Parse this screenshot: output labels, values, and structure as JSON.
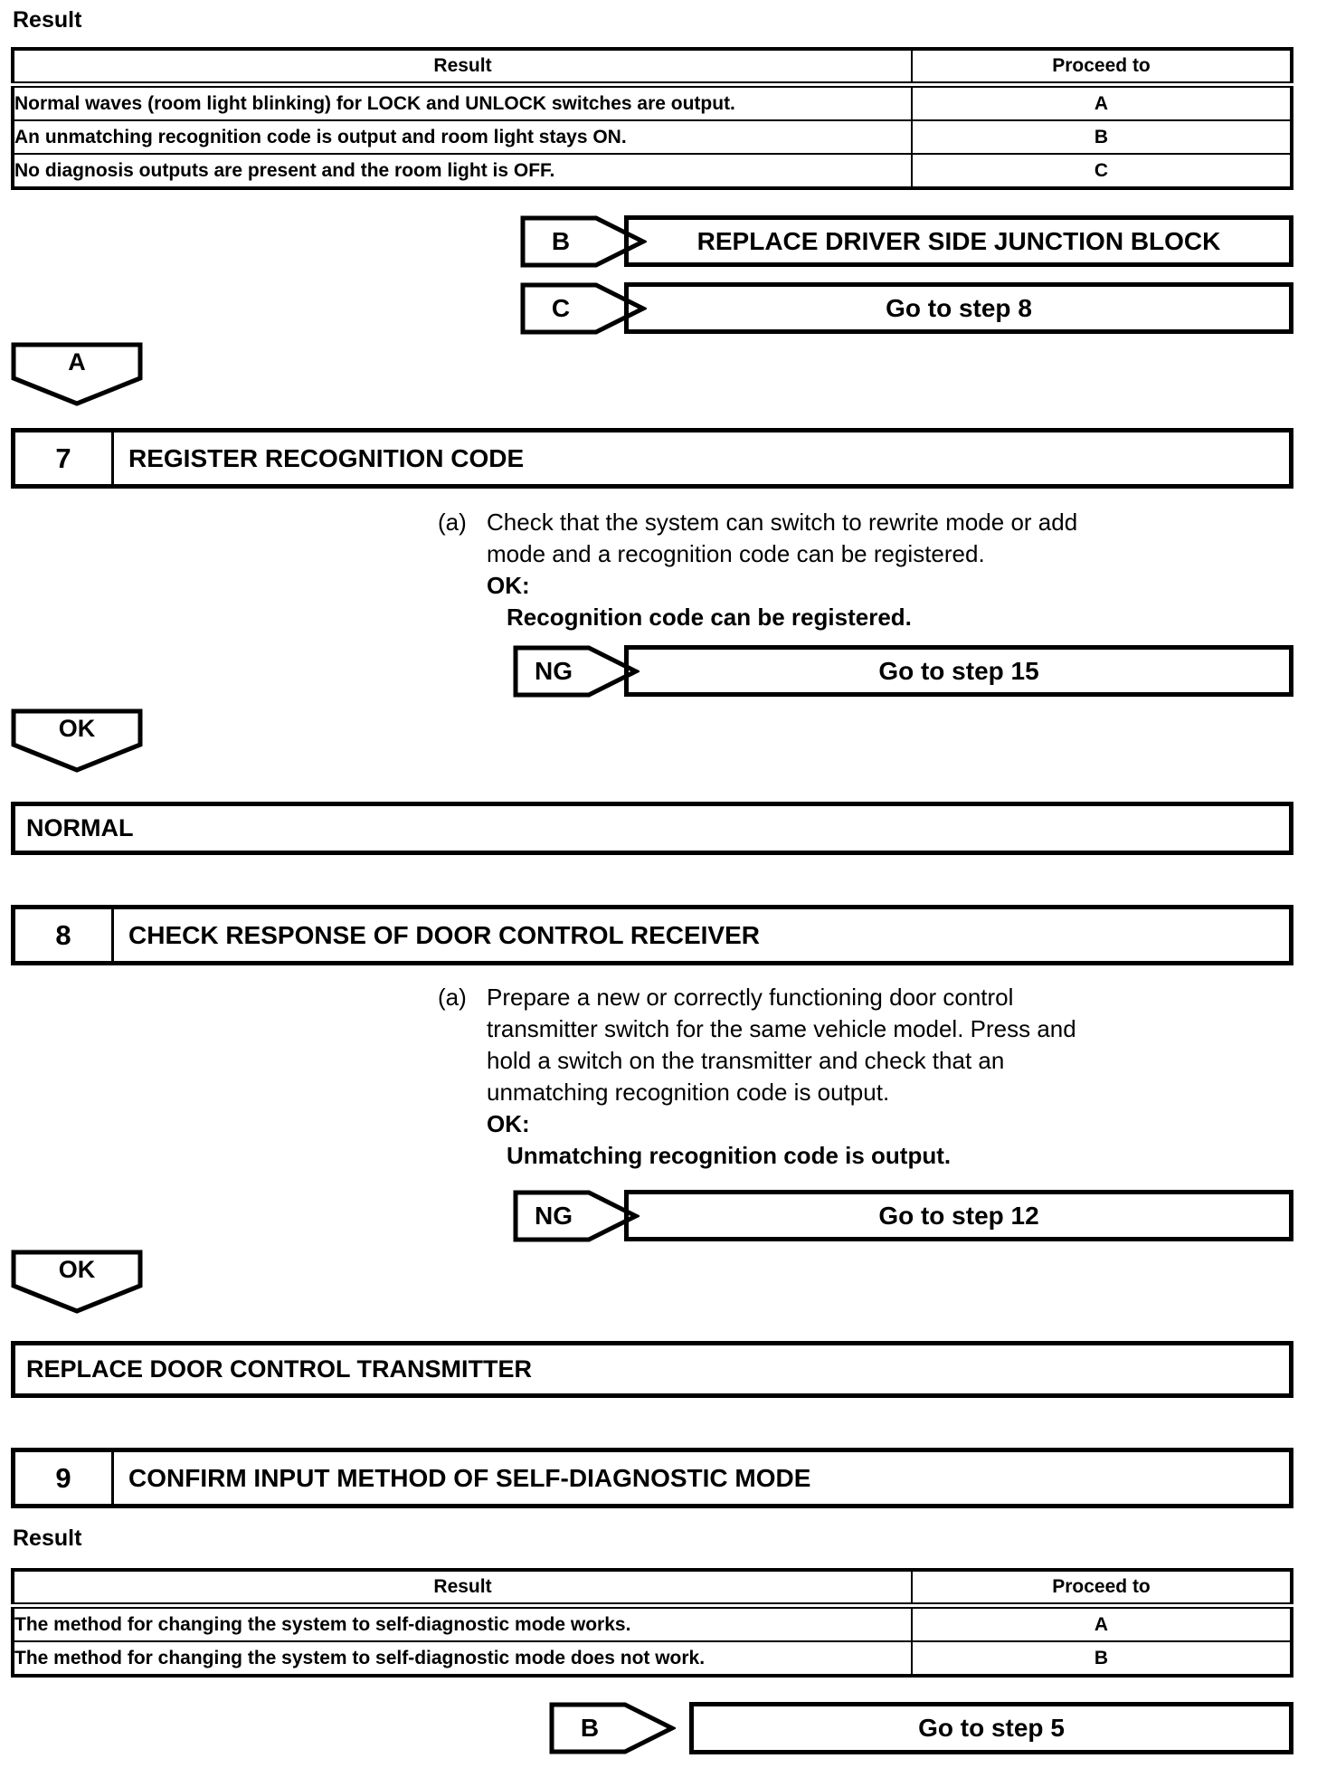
{
  "colors": {
    "ink": "#000000",
    "paper": "#ffffff"
  },
  "page": {
    "title_result_top": "Result",
    "title_result_bottom": "Result"
  },
  "table_top": {
    "col_result": "Result",
    "col_proceed": "Proceed to",
    "rows": [
      {
        "result": "Normal waves (room light blinking) for LOCK and UNLOCK switches are output.",
        "proceed": "A"
      },
      {
        "result": "An unmatching recognition code is output and room light stays ON.",
        "proceed": "B"
      },
      {
        "result": "No diagnosis outputs are present and the room light is OFF.",
        "proceed": "C"
      }
    ]
  },
  "flow_top": {
    "b": {
      "tag": "B",
      "action": "REPLACE DRIVER SIDE JUNCTION BLOCK"
    },
    "c": {
      "tag": "C",
      "action": "Go to step 8"
    }
  },
  "connector_a": {
    "tag": "A"
  },
  "step7": {
    "number": "7",
    "title": "REGISTER RECOGNITION CODE",
    "marker": "(a)",
    "lines": [
      "Check that the system can switch to rewrite mode or add",
      "mode and a recognition code can be registered.",
      "OK:",
      "Recognition code can be registered."
    ],
    "ng": {
      "tag": "NG",
      "action": "Go to step 15"
    },
    "ok": {
      "tag": "OK"
    },
    "result_box": "NORMAL"
  },
  "step8": {
    "number": "8",
    "title": "CHECK RESPONSE OF DOOR CONTROL RECEIVER",
    "marker": "(a)",
    "lines": [
      "Prepare a new or correctly functioning door control",
      "transmitter switch for the same vehicle model. Press and",
      "hold a switch on the transmitter and check that an",
      "unmatching recognition code is output.",
      "OK:",
      "Unmatching recognition code is output."
    ],
    "ng": {
      "tag": "NG",
      "action": "Go to step 12"
    },
    "ok": {
      "tag": "OK"
    },
    "result_box": "REPLACE DOOR CONTROL TRANSMITTER"
  },
  "step9": {
    "number": "9",
    "title": "CONFIRM INPUT METHOD OF SELF-DIAGNOSTIC MODE"
  },
  "table_bottom": {
    "col_result": "Result",
    "col_proceed": "Proceed to",
    "rows": [
      {
        "result": "The method for changing the system to self-diagnostic mode works.",
        "proceed": "A"
      },
      {
        "result": "The method for changing the system to self-diagnostic mode does not work.",
        "proceed": "B"
      }
    ]
  },
  "flow_bottom": {
    "b": {
      "tag": "B",
      "action": "Go to step 5"
    }
  }
}
